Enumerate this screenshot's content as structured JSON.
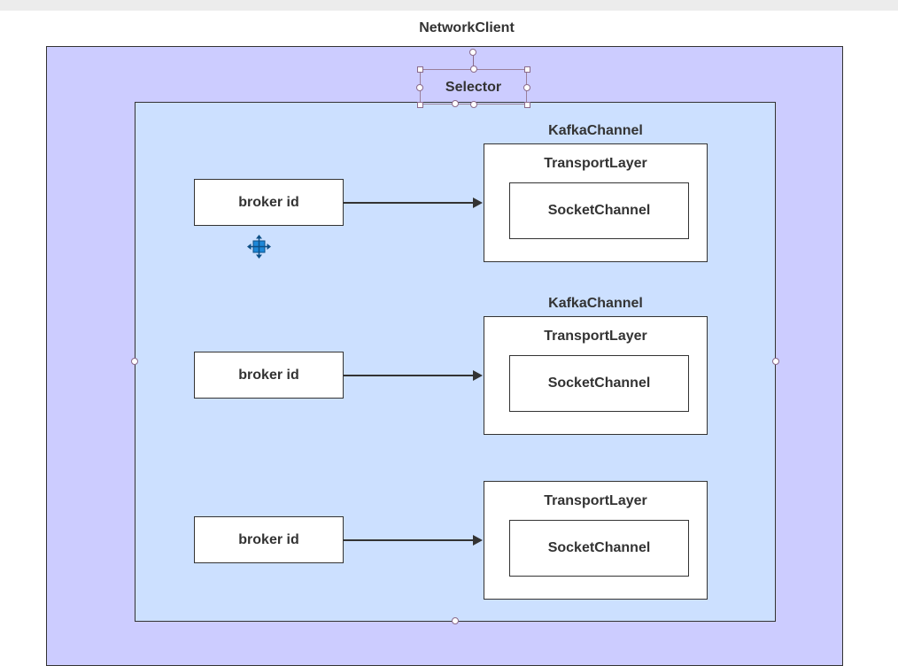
{
  "diagram": {
    "network_client_label": "NetworkClient",
    "selector_label": "Selector",
    "channels": [
      {
        "kafka_channel_label": "KafkaChannel",
        "broker_label": "broker id",
        "transport_label": "TransportLayer",
        "socket_label": "SocketChannel"
      },
      {
        "kafka_channel_label": "KafkaChannel",
        "broker_label": "broker id",
        "transport_label": "TransportLayer",
        "socket_label": "SocketChannel"
      },
      {
        "broker_label": "broker id",
        "transport_label": "TransportLayer",
        "socket_label": "SocketChannel"
      }
    ]
  },
  "colors": {
    "outer_fill": "#ccccff",
    "inner_fill": "#cce0ff",
    "box_fill": "#ffffff",
    "stroke": "#333333",
    "selection_handles": "#8a6a8a",
    "move_cursor": "#1e88d8"
  },
  "icons": {
    "move_cursor": "move-cursor-icon"
  }
}
